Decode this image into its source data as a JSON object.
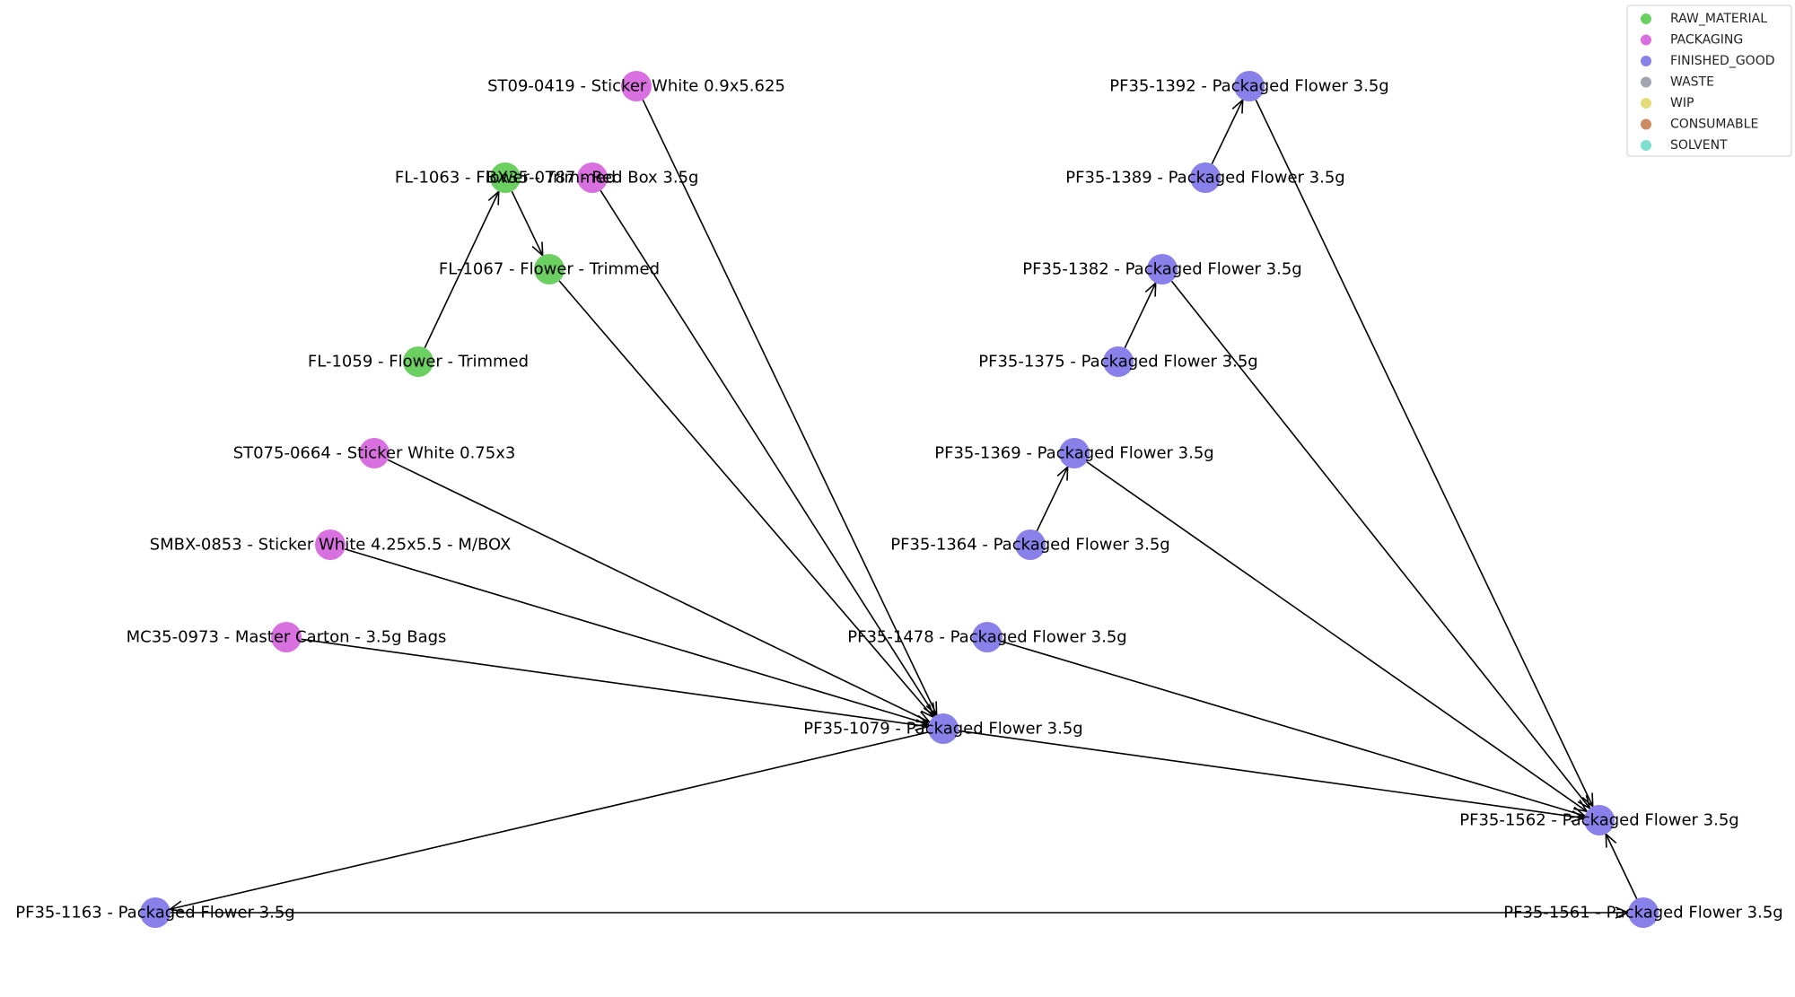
{
  "legend": {
    "items": [
      {
        "key": "RAW_MATERIAL",
        "label": "RAW_MATERIAL",
        "color": "#6ccf62"
      },
      {
        "key": "PACKAGING",
        "label": "PACKAGING",
        "color": "#d970e0"
      },
      {
        "key": "FINISHED_GOOD",
        "label": "FINISHED_GOOD",
        "color": "#8a80ea"
      },
      {
        "key": "WASTE",
        "label": "WASTE",
        "color": "#a3a3b1"
      },
      {
        "key": "WIP",
        "label": "WIP",
        "color": "#e4dc7c"
      },
      {
        "key": "CONSUMABLE",
        "label": "CONSUMABLE",
        "color": "#cc8a62"
      },
      {
        "key": "SOLVENT",
        "label": "SOLVENT",
        "color": "#7fe0d0"
      }
    ]
  },
  "nodes": [
    {
      "id": "ST09-0419",
      "label": "ST09-0419 - Sticker White 0.9x5.625",
      "category": "PACKAGING"
    },
    {
      "id": "FL-1063",
      "label": "FL-1063 - Flower - Trimmed",
      "category": "RAW_MATERIAL"
    },
    {
      "id": "BX35-0787",
      "label": "BX35-0787 - Red Box 3.5g",
      "category": "PACKAGING"
    },
    {
      "id": "FL-1067",
      "label": "FL-1067 - Flower - Trimmed",
      "category": "RAW_MATERIAL"
    },
    {
      "id": "FL-1059",
      "label": "FL-1059 - Flower - Trimmed",
      "category": "RAW_MATERIAL"
    },
    {
      "id": "ST075-0664",
      "label": "ST075-0664 - Sticker White 0.75x3",
      "category": "PACKAGING"
    },
    {
      "id": "SMBX-0853",
      "label": "SMBX-0853 - Sticker White 4.25x5.5 - M/BOX",
      "category": "PACKAGING"
    },
    {
      "id": "MC35-0973",
      "label": "MC35-0973 - Master Carton - 3.5g Bags",
      "category": "PACKAGING"
    },
    {
      "id": "PF35-1079",
      "label": "PF35-1079 - Packaged Flower 3.5g",
      "category": "FINISHED_GOOD"
    },
    {
      "id": "PF35-1163",
      "label": "PF35-1163 - Packaged Flower 3.5g",
      "category": "FINISHED_GOOD"
    },
    {
      "id": "PF35-1392",
      "label": "PF35-1392 - Packaged Flower 3.5g",
      "category": "FINISHED_GOOD"
    },
    {
      "id": "PF35-1389",
      "label": "PF35-1389 - Packaged Flower 3.5g",
      "category": "FINISHED_GOOD"
    },
    {
      "id": "PF35-1382",
      "label": "PF35-1382 - Packaged Flower 3.5g",
      "category": "FINISHED_GOOD"
    },
    {
      "id": "PF35-1375",
      "label": "PF35-1375 - Packaged Flower 3.5g",
      "category": "FINISHED_GOOD"
    },
    {
      "id": "PF35-1369",
      "label": "PF35-1369 - Packaged Flower 3.5g",
      "category": "FINISHED_GOOD"
    },
    {
      "id": "PF35-1364",
      "label": "PF35-1364 - Packaged Flower 3.5g",
      "category": "FINISHED_GOOD"
    },
    {
      "id": "PF35-1478",
      "label": "PF35-1478 - Packaged Flower 3.5g",
      "category": "FINISHED_GOOD"
    },
    {
      "id": "PF35-1562",
      "label": "PF35-1562 - Packaged Flower 3.5g",
      "category": "FINISHED_GOOD"
    },
    {
      "id": "PF35-1561",
      "label": "PF35-1561 - Packaged Flower 3.5g",
      "category": "FINISHED_GOOD"
    }
  ],
  "edges": [
    {
      "from": "FL-1059",
      "to": "FL-1063"
    },
    {
      "from": "FL-1063",
      "to": "FL-1067"
    },
    {
      "from": "FL-1067",
      "to": "PF35-1079"
    },
    {
      "from": "BX35-0787",
      "to": "PF35-1079"
    },
    {
      "from": "ST09-0419",
      "to": "PF35-1079"
    },
    {
      "from": "ST075-0664",
      "to": "PF35-1079"
    },
    {
      "from": "SMBX-0853",
      "to": "PF35-1079"
    },
    {
      "from": "MC35-0973",
      "to": "PF35-1079"
    },
    {
      "from": "PF35-1079",
      "to": "PF35-1163"
    },
    {
      "from": "PF35-1079",
      "to": "PF35-1562"
    },
    {
      "from": "PF35-1163",
      "to": "PF35-1561"
    },
    {
      "from": "PF35-1561",
      "to": "PF35-1562"
    },
    {
      "from": "PF35-1389",
      "to": "PF35-1392"
    },
    {
      "from": "PF35-1392",
      "to": "PF35-1562"
    },
    {
      "from": "PF35-1375",
      "to": "PF35-1382"
    },
    {
      "from": "PF35-1382",
      "to": "PF35-1562"
    },
    {
      "from": "PF35-1364",
      "to": "PF35-1369"
    },
    {
      "from": "PF35-1369",
      "to": "PF35-1562"
    },
    {
      "from": "PF35-1478",
      "to": "PF35-1562"
    }
  ]
}
